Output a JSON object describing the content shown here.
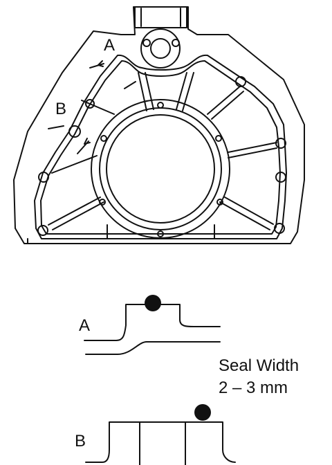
{
  "labels": {
    "point_a": "A",
    "point_b": "B"
  },
  "seal": {
    "line1": "Seal Width",
    "line2": "2 – 3 mm"
  },
  "colors": {
    "ink": "#111111",
    "paper": "#ffffff"
  }
}
